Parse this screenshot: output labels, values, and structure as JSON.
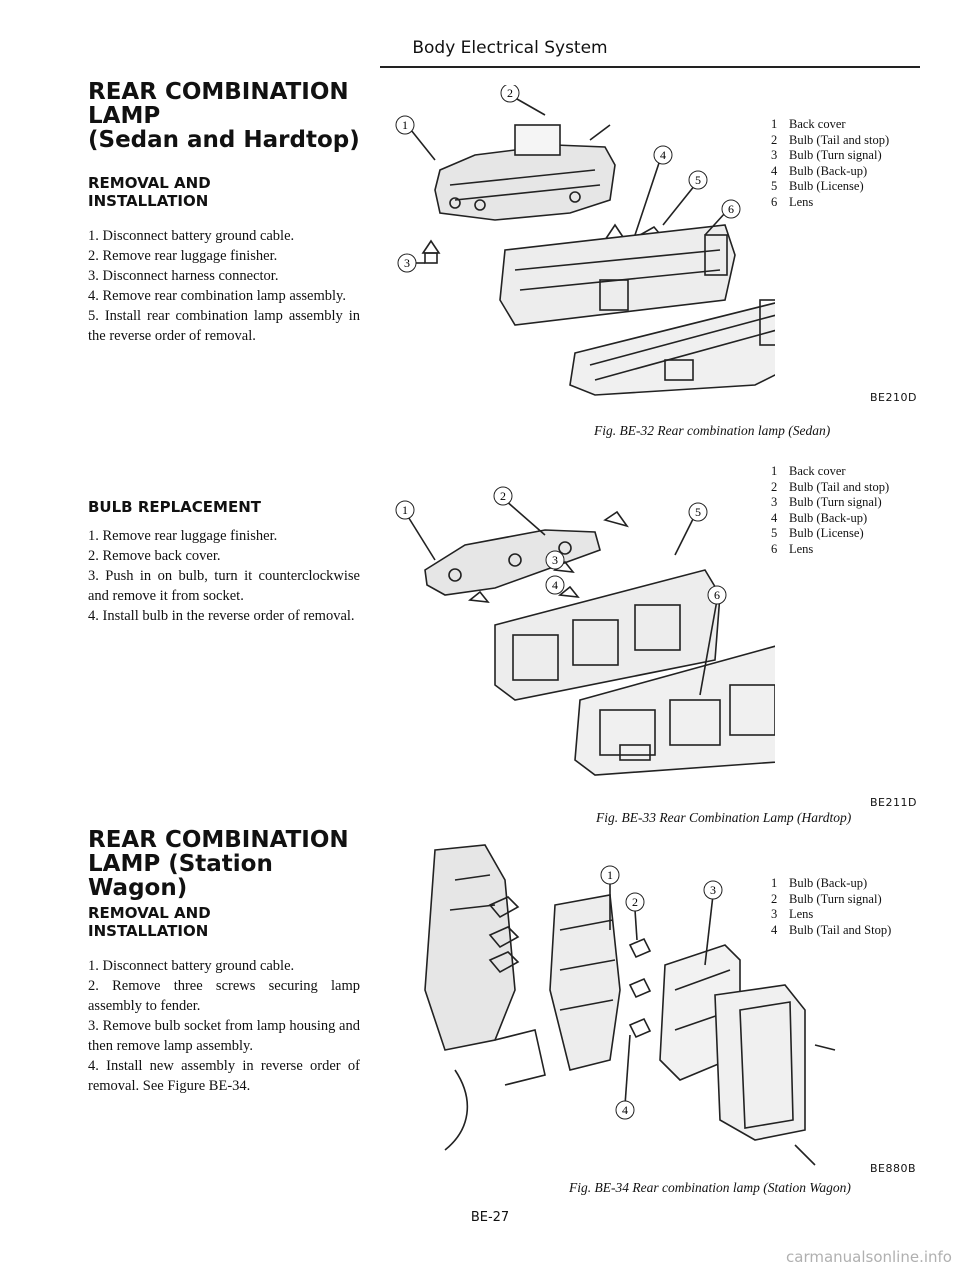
{
  "header": {
    "title": "Body Electrical System"
  },
  "page_number": "BE-27",
  "watermark": "carmanualsonline.info",
  "sections": {
    "sedan": {
      "title_line1": "REAR COMBINATION",
      "title_line2": "LAMP",
      "title_line3": "(Sedan and Hardtop)",
      "removal": {
        "heading_line1": "REMOVAL AND",
        "heading_line2": "INSTALLATION",
        "steps": [
          "1.   Disconnect battery ground cable.",
          "2.   Remove rear luggage finisher.",
          "3.   Disconnect harness connector.",
          "4.   Remove rear combination lamp assembly.",
          "5.   Install rear combination lamp assembly in the reverse order of removal."
        ]
      },
      "bulb": {
        "heading": "BULB REPLACEMENT",
        "steps": [
          "1.   Remove rear luggage finisher.",
          "2.   Remove back cover.",
          "3.   Push in on bulb, turn it counterclockwise and remove it from socket.",
          "4.   Install bulb in the reverse order of removal."
        ]
      }
    },
    "wagon": {
      "title_line1": "REAR COMBINATION",
      "title_line2": "LAMP (Station Wagon)",
      "heading_line1": "REMOVAL AND",
      "heading_line2": "INSTALLATION",
      "steps": [
        "1.   Disconnect battery ground cable.",
        "2.   Remove three screws securing lamp assembly to fender.",
        "3.   Remove bulb socket from lamp housing and then remove lamp assembly.",
        "4.   Install new assembly in reverse order of removal. See Figure BE-34."
      ]
    }
  },
  "figures": {
    "fig32": {
      "code": "BE210D",
      "caption": "Fig. BE-32  Rear combination lamp (Sedan)",
      "callouts": [
        "1",
        "2",
        "3",
        "4",
        "5",
        "6"
      ],
      "legend": [
        {
          "num": "1",
          "text": "Back cover"
        },
        {
          "num": "2",
          "text": "Bulb (Tail and stop)"
        },
        {
          "num": "3",
          "text": "Bulb (Turn signal)"
        },
        {
          "num": "4",
          "text": "Bulb (Back-up)"
        },
        {
          "num": "5",
          "text": "Bulb (License)"
        },
        {
          "num": "6",
          "text": "Lens"
        }
      ]
    },
    "fig33": {
      "code": "BE211D",
      "caption": "Fig. BE-33  Rear Combination Lamp (Hardtop)",
      "callouts": [
        "1",
        "2",
        "3",
        "4",
        "5",
        "6"
      ],
      "legend": [
        {
          "num": "1",
          "text": "Back cover"
        },
        {
          "num": "2",
          "text": "Bulb (Tail and stop)"
        },
        {
          "num": "3",
          "text": "Bulb (Turn signal)"
        },
        {
          "num": "4",
          "text": "Bulb (Back-up)"
        },
        {
          "num": "5",
          "text": "Bulb (License)"
        },
        {
          "num": "6",
          "text": "Lens"
        }
      ]
    },
    "fig34": {
      "code": "BE880B",
      "caption": "Fig. BE-34  Rear combination lamp (Station Wagon)",
      "callouts": [
        "1",
        "2",
        "3",
        "4"
      ],
      "legend": [
        {
          "num": "1",
          "text": "Bulb (Back-up)"
        },
        {
          "num": "2",
          "text": "Bulb (Turn signal)"
        },
        {
          "num": "3",
          "text": "Lens"
        },
        {
          "num": "4",
          "text": "Bulb (Tail and Stop)"
        }
      ]
    }
  }
}
